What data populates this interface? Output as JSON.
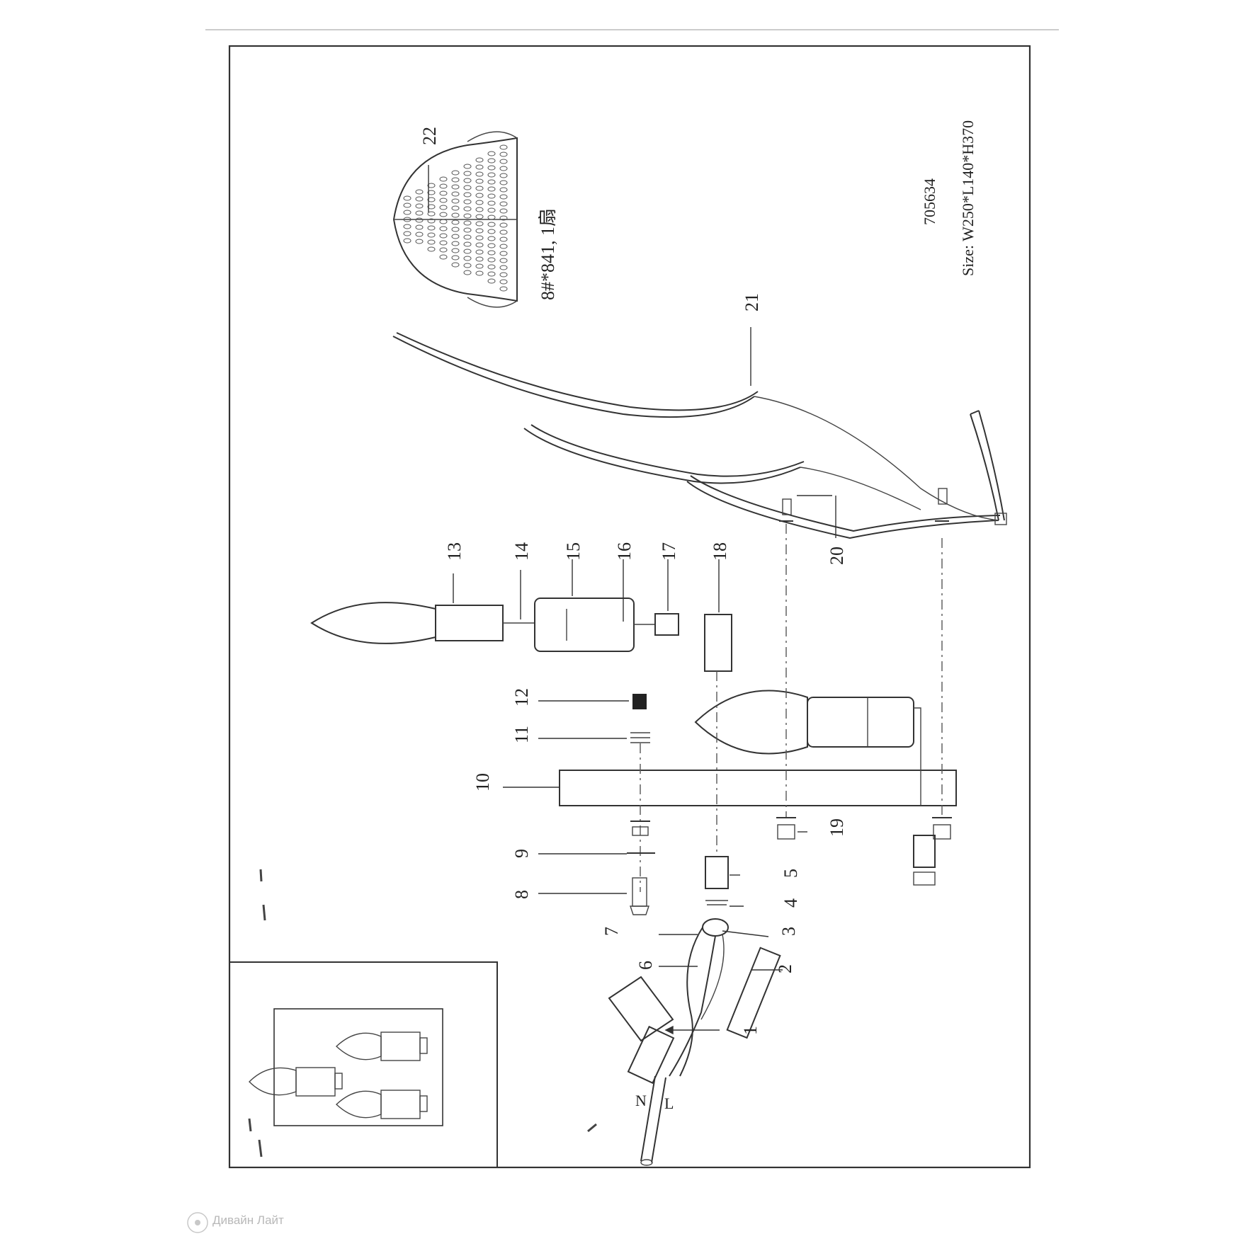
{
  "drawing": {
    "model": "705634",
    "size_text": "Size: W250*L140*H370",
    "crystal_note": "8#*841,  1扇",
    "part_labels": [
      "1",
      "2",
      "3",
      "4",
      "5",
      "6",
      "7",
      "8",
      "9",
      "10",
      "11",
      "12",
      "13",
      "14",
      "15",
      "16",
      "17",
      "18",
      "19",
      "20",
      "21",
      "22"
    ],
    "wire_labels": {
      "neutral": "N",
      "live": "L"
    }
  },
  "watermark": {
    "text": "Дивайн Лайт"
  }
}
